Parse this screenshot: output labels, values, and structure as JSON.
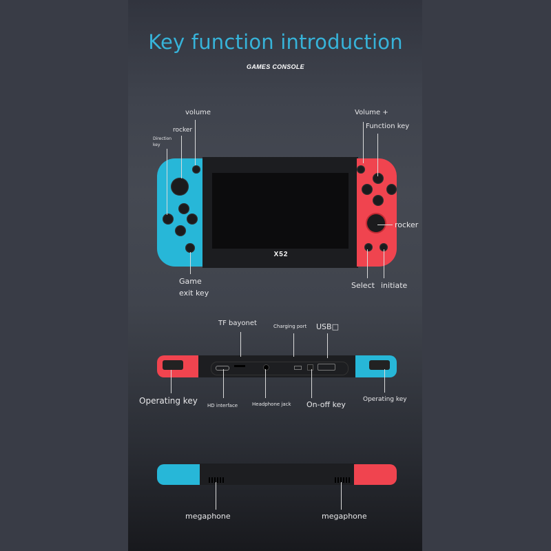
{
  "header": {
    "title": "Key function introduction",
    "subtitle": "GAMES CONSOLE"
  },
  "device": {
    "model": "X52",
    "colors": {
      "left_joycon": "#27b7d8",
      "right_joycon": "#f0444f",
      "body": "#1b1c1f",
      "title_accent": "#37b3d9",
      "background": "#393c46"
    }
  },
  "front_view": {
    "labels": {
      "direction_key": [
        "Direction",
        "key"
      ],
      "rocker_left": "rocker",
      "volume_minus": "volume",
      "volume_plus": "Volume +",
      "function_key": "Function key",
      "rocker_right": "rocker",
      "game_exit_key": [
        "Game",
        "exit key"
      ],
      "select": "Select",
      "initiate": "initiate"
    }
  },
  "top_view": {
    "labels": {
      "tf_bayonet": "TF bayonet",
      "charging_port": "Charging port",
      "usb": "USB□",
      "operating_key_left": "Operating key",
      "hd_interface": "HD interface",
      "headphone_jack": "Headphone jack",
      "on_off_key": "On-off key",
      "operating_key_right": "Operating key"
    }
  },
  "bottom_view": {
    "labels": {
      "megaphone_left": "megaphone",
      "megaphone_right": "megaphone"
    }
  }
}
